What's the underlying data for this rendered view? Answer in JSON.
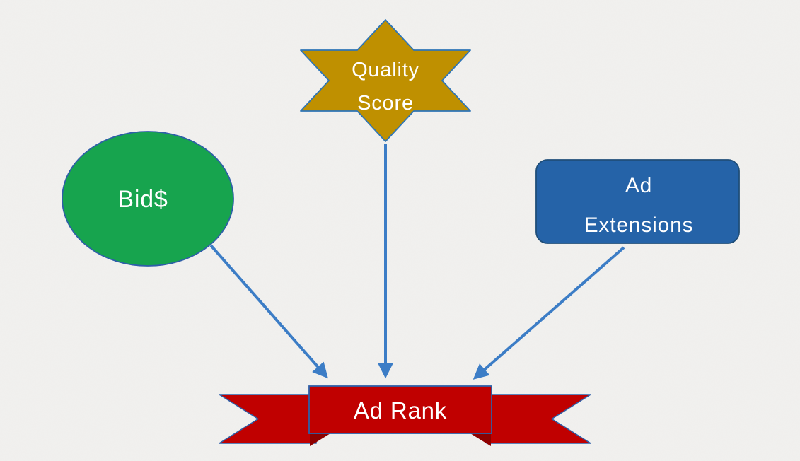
{
  "diagram": {
    "title": "Ad Rank factors diagram",
    "background": "#f2f1ef",
    "text_color": "#ffffff",
    "arrow_color": "#3c7dc6",
    "nodes": {
      "bid": {
        "shape": "ellipse",
        "label": "Bid$",
        "fill": "#17a44e",
        "stroke": "#2e5fa8"
      },
      "quality_score": {
        "shape": "6-point-star",
        "line1": "Quality",
        "line2": "Score",
        "fill": "#bf9000",
        "stroke": "#2e75b6"
      },
      "ad_extensions": {
        "shape": "rounded-rectangle",
        "line1": "Ad",
        "line2": "Extensions",
        "fill": "#2563a8",
        "stroke": "#1f4e79"
      },
      "ad_rank": {
        "shape": "ribbon-banner",
        "label": "Ad Rank",
        "fill": "#c00000",
        "fold_fill": "#8e0000",
        "stroke": "#2e5fa8"
      }
    },
    "edges": [
      {
        "from": "bid",
        "to": "ad_rank"
      },
      {
        "from": "quality_score",
        "to": "ad_rank"
      },
      {
        "from": "ad_extensions",
        "to": "ad_rank"
      }
    ]
  }
}
